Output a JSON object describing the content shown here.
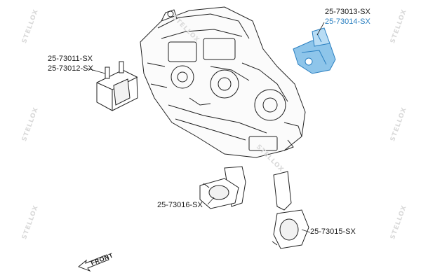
{
  "diagram": {
    "parts": [
      {
        "id": "p1",
        "number": "25-73011-SX"
      },
      {
        "id": "p2",
        "number": "25-73012-SX"
      },
      {
        "id": "p3",
        "number": "25-73013-SX"
      },
      {
        "id": "p4",
        "number": "25-73014-SX"
      },
      {
        "id": "p5",
        "number": "25-73016-SX"
      },
      {
        "id": "p6",
        "number": "25-73015-SX"
      }
    ],
    "direction_label": "FRONT",
    "watermark": "STELLOX",
    "colors": {
      "highlight": "#2a7fc0",
      "part_fill": "#8ec5ea",
      "line": "#222222",
      "watermark": "#d9d9d9"
    }
  }
}
